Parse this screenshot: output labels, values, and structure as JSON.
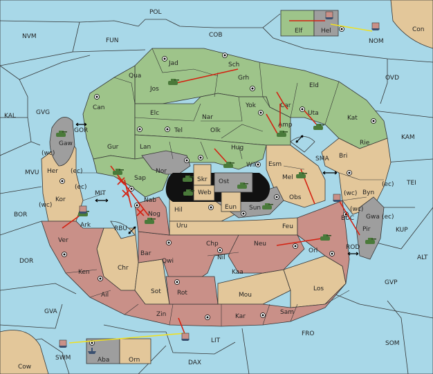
{
  "colors": {
    "sea": "#a8d8e8",
    "green": "#9ec48a",
    "tan": "#e3c79a",
    "rose": "#c99088",
    "grey": "#9e9e9e",
    "order_arrow": "#d42010",
    "convoy_arrow": "#f0e020"
  },
  "sea_labels": {
    "pol": "POL",
    "nvm": "NVM",
    "fun": "FUN",
    "cob": "COB",
    "con": "Con",
    "nom": "NOM",
    "ovd": "OVD",
    "kal": "KAL",
    "gvg": "GVG",
    "kam": "KAM",
    "gor": "GOR",
    "mvu": "MVU",
    "mit": "MIT",
    "sma": "SMA",
    "tei": "TEI",
    "bor": "BOR",
    "rbu": "RBU",
    "buc": "BUC",
    "kup": "KUP",
    "dor": "DOR",
    "rod": "ROD",
    "alt": "ALT",
    "gvp": "GVP",
    "gva": "GVA",
    "fro": "FRO",
    "som": "SOM",
    "swm": "SWM",
    "lit": "LIT",
    "dax": "DAX",
    "cow": "Cow"
  },
  "province_labels": {
    "jad": "Jad",
    "sch": "Sch",
    "qua": "Qua",
    "jos": "Jos",
    "grh": "Grh",
    "eld": "Eld",
    "can": "Can",
    "yok": "Yok",
    "car": "Car",
    "elc": "Elc",
    "nar": "Nar",
    "uta": "Uta",
    "kat": "Kat",
    "tel": "Tel",
    "olk": "Olk",
    "amp": "Amp",
    "gur": "Gur",
    "lan": "Lan",
    "hug": "Hug",
    "rie": "Rie",
    "bri": "Bri",
    "nor": "Nor",
    "wil": "Wil",
    "esm": "Esm",
    "skr": "Skr",
    "ost": "Ost",
    "web": "Web",
    "mel": "Mel",
    "her": "Her",
    "sap": "Sap",
    "gaw": "Gaw",
    "kor": "Kor",
    "nab": "Nab",
    "eun": "Eun",
    "sun": "Sun",
    "obs": "Obs",
    "byn": "Byn",
    "hil": "Hil",
    "nog": "Nog",
    "ark": "Ark",
    "uru": "Uru",
    "feu": "Feu",
    "gwa": "Gwa",
    "pir": "Pir",
    "ver": "Ver",
    "chp": "Chp",
    "neu": "Neu",
    "orl": "Orl",
    "bar": "Bar",
    "qwi": "Qwi",
    "nil": "Nil",
    "chr": "Chr",
    "ken": "Ken",
    "kaa": "Kaa",
    "ail": "Ail",
    "sot": "Sot",
    "rot": "Rot",
    "mou": "Mou",
    "los": "Los",
    "zin": "Zin",
    "kar": "Kar",
    "sam": "Sam",
    "elf": "Elf",
    "hel": "Hel",
    "aba": "Aba",
    "orn": "Orn"
  },
  "coast_tags": {
    "wc1": "(wc)",
    "ec1": "(ec)",
    "ec2": "(ec)",
    "wc2": "(wc)",
    "wc3": "(wc)",
    "ec3": "(ec)",
    "wc4": "(wc)",
    "ec4": "(ec)"
  }
}
